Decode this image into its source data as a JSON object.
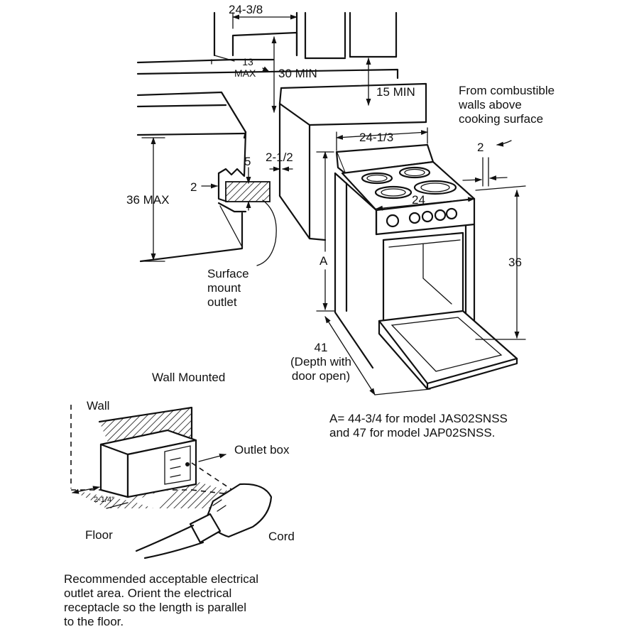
{
  "dims": {
    "hood_width": "24-3/8",
    "hood_gap_num": "13",
    "hood_gap_max": "MAX",
    "min_30": "30 MIN",
    "min_15": "15 MIN",
    "combustible_note": "From combustible\nwalls above\ncooking surface",
    "side_2_right": "2",
    "width_24_1_3": "24-1/3",
    "cutout_5": "5",
    "cutout_2_1_2": "2-1/2",
    "outlet_2": "2",
    "max_36": "36 MAX",
    "width_24": "24",
    "height_36": "36",
    "label_a": "A",
    "surface_outlet": "Surface\nmount\noutlet",
    "depth_41": "41\n(Depth with\ndoor open)"
  },
  "model_note": "A= 44-3/4 for model JAS02SNSS\nand 47 for model JAP02SNSS.",
  "inset": {
    "title": "Wall Mounted",
    "wall": "Wall",
    "outlet_box": "Outlet box",
    "dim_2_1_4": "2-1/4\"",
    "floor": "Floor",
    "cord": "Cord"
  },
  "caption": "Recommended acceptable electrical\noutlet area. Orient the electrical\nreceptacle so the length is parallel\nto the floor."
}
